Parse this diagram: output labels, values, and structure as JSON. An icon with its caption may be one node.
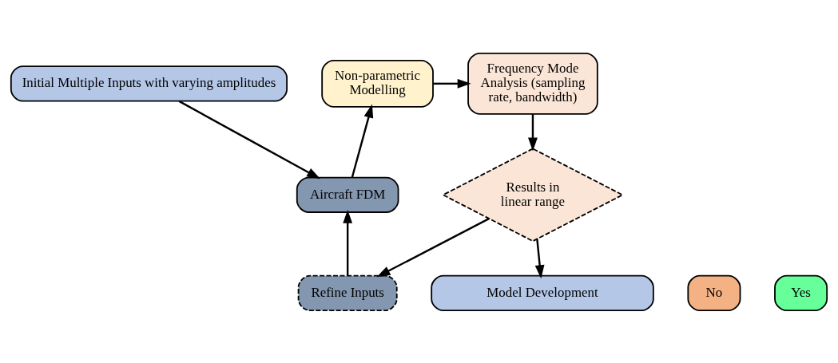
{
  "diagram": {
    "nodes": [
      {
        "text": [
          "Initial Multiple Inputs with varying amplitudes"
        ]
      },
      {
        "text": [
          "Aircraft FDM"
        ]
      },
      {
        "text": [
          "Non-parametric Modelling"
        ]
      },
      {
        "text": [
          "Frequency Mode Analysis (sampling rate, bandwidth)"
        ]
      },
      {
        "text": [
          "Results in linear range"
        ]
      },
      {
        "text": [
          "Refine Inputs"
        ]
      },
      {
        "text": [
          "No"
        ]
      },
      {
        "text": [
          "Yes"
        ]
      },
      {
        "text": [
          "Model Development"
        ]
      }
    ],
    "edges": [
      {
        "from": 0,
        "to": 1,
        "arrow": "to"
      },
      {
        "from": 1,
        "to": 2,
        "arrow": "to"
      },
      {
        "from": 2,
        "to": 3,
        "arrow": "to"
      },
      {
        "from": 3,
        "to": 4,
        "arrow": "to"
      },
      {
        "from": 4,
        "to": 5,
        "arrow": "to"
      },
      {
        "from": 5,
        "to": 1,
        "arrow": "to"
      },
      {
        "from": 4,
        "to": 8,
        "arrow": "to"
      }
    ]
  }
}
